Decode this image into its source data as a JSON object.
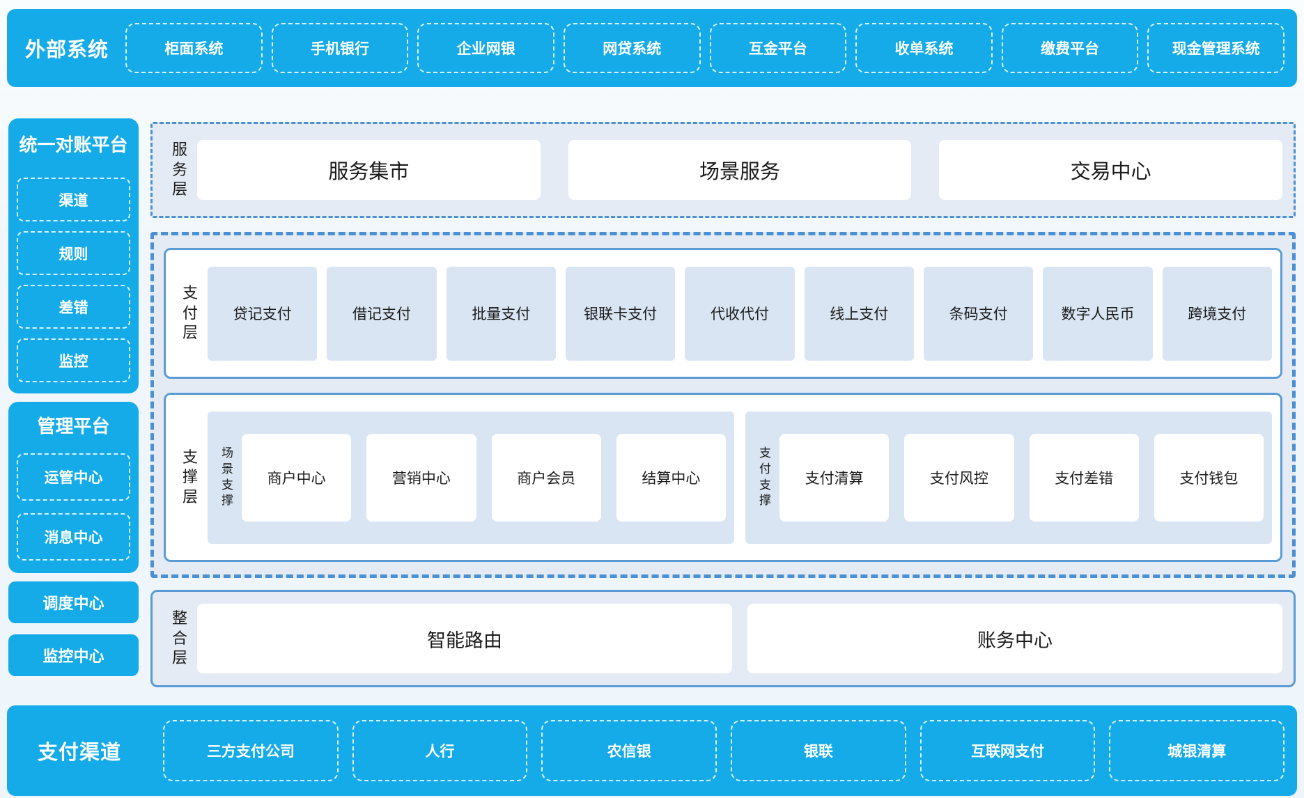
{
  "external_systems": {
    "label": "外部系统",
    "items": [
      "柜面系统",
      "手机银行",
      "企业网银",
      "网贷系统",
      "互金平台",
      "收单系统",
      "缴费平台",
      "现金管理系统"
    ]
  },
  "sidebar": {
    "reconciliation": {
      "title": "统一对账平台",
      "items": [
        "渠道",
        "规则",
        "差错",
        "监控"
      ]
    },
    "management": {
      "title": "管理平台",
      "items": [
        "运管中心",
        "消息中心"
      ]
    },
    "standalone": [
      "调度中心",
      "监控中心"
    ]
  },
  "layers": {
    "service": {
      "label": "服务层",
      "items": [
        "服务集市",
        "场景服务",
        "交易中心"
      ]
    },
    "payment": {
      "label": "支付层",
      "items": [
        "贷记支付",
        "借记支付",
        "批量支付",
        "银联卡支付",
        "代收代付",
        "线上支付",
        "条码支付",
        "数字人民币",
        "跨境支付"
      ]
    },
    "support": {
      "label": "支撑层",
      "groups": [
        {
          "label": "场景支撑",
          "items": [
            "商户中心",
            "营销中心",
            "商户会员",
            "结算中心"
          ]
        },
        {
          "label": "支付支撑",
          "items": [
            "支付清算",
            "支付风控",
            "支付差错",
            "支付钱包"
          ]
        }
      ]
    },
    "integration": {
      "label": "整合层",
      "items": [
        "智能路由",
        "账务中心"
      ]
    }
  },
  "payment_channels": {
    "label": "支付渠道",
    "items": [
      "三方支付公司",
      "人行",
      "农信银",
      "银联",
      "互联网支付",
      "城银清算"
    ]
  },
  "colors": {
    "brand_blue": "#14abe8",
    "layer_bg": "#e4ebf4",
    "item_bg": "#d9e5f2",
    "border_blue_dashed": "#4a90d2",
    "border_blue_solid": "#5b9bd5",
    "text_dark": "#1b1b1b"
  }
}
